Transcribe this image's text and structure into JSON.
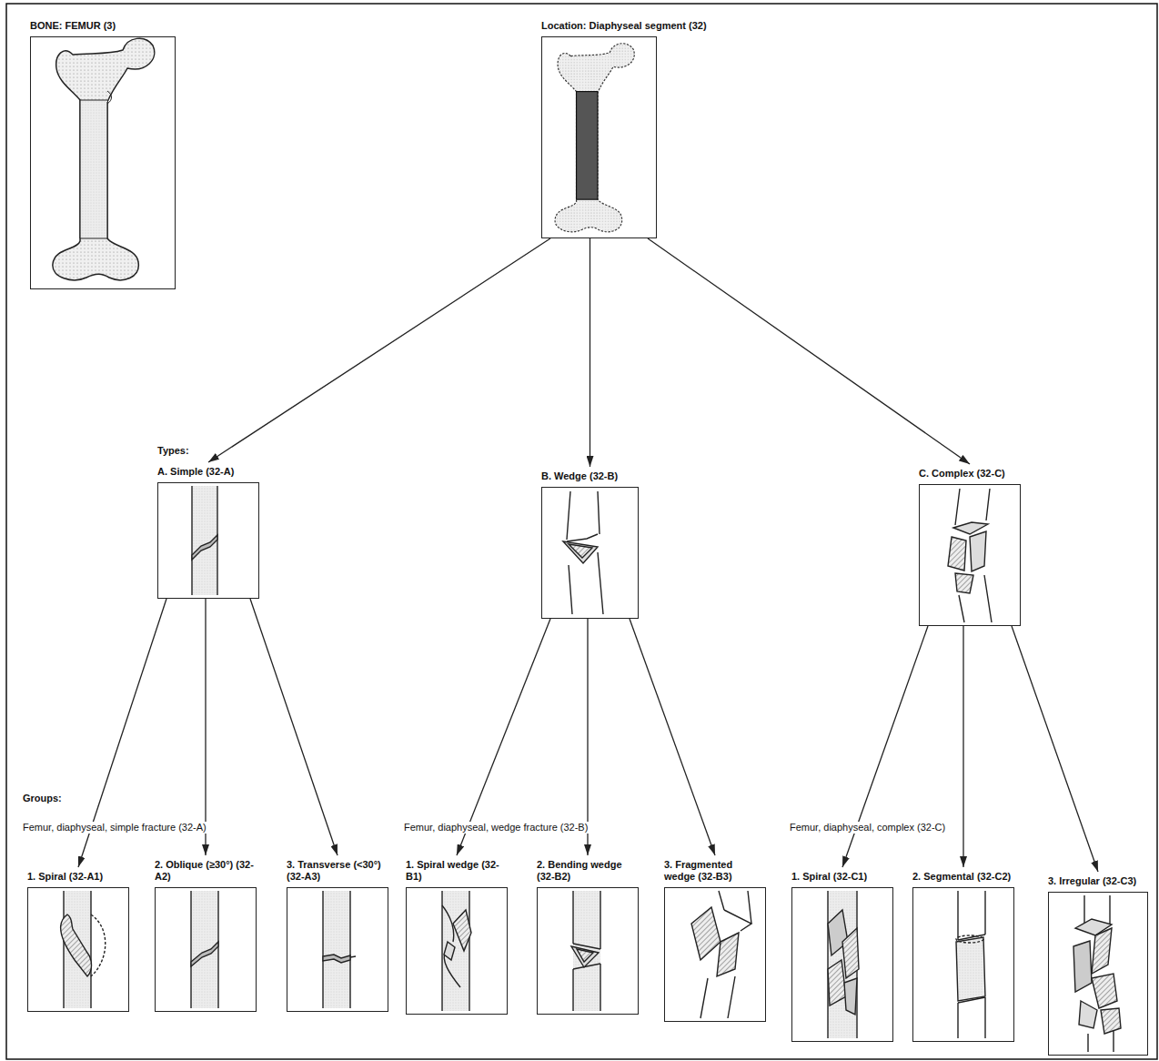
{
  "diagram": {
    "nodes": [
      {
        "text": [
          "BONE: FEMUR (3)"
        ]
      },
      {
        "text": [
          "Location: Diaphyseal segment (32)"
        ]
      },
      {
        "text": [
          "A. Simple (32-A)"
        ]
      },
      {
        "text": [
          "B. Wedge (32-B)"
        ]
      },
      {
        "text": [
          "C. Complex (32-C)"
        ]
      },
      {
        "text": [
          "1. Spiral (32-A1)"
        ]
      },
      {
        "text": [
          "2. Oblique (≥30°) (32-A2)"
        ]
      },
      {
        "text": [
          "3. Transverse (<30°) (32-A3)"
        ]
      },
      {
        "text": [
          "1. Spiral wedge (32-B1)"
        ]
      },
      {
        "text": [
          "2. Bending wedge (32-B2)"
        ]
      },
      {
        "text": [
          "3. Fragmented wedge (32-B3)"
        ]
      },
      {
        "text": [
          "1. Spiral (32-C1)"
        ]
      },
      {
        "text": [
          "2. Segmental (32-C2)"
        ]
      },
      {
        "text": [
          "3. Irregular (32-C3)"
        ]
      }
    ],
    "edges": [
      {
        "from": 1,
        "to": 2,
        "arrow": "to"
      },
      {
        "from": 1,
        "to": 3,
        "arrow": "to"
      },
      {
        "from": 1,
        "to": 4,
        "arrow": "to"
      },
      {
        "from": 2,
        "to": 5,
        "arrow": "to"
      },
      {
        "from": 2,
        "to": 6,
        "arrow": "to"
      },
      {
        "from": 2,
        "to": 7,
        "arrow": "to"
      },
      {
        "from": 3,
        "to": 8,
        "arrow": "to"
      },
      {
        "from": 3,
        "to": 9,
        "arrow": "to"
      },
      {
        "from": 3,
        "to": 10,
        "arrow": "to"
      },
      {
        "from": 4,
        "to": 11,
        "arrow": "to"
      },
      {
        "from": 4,
        "to": 12,
        "arrow": "to"
      },
      {
        "from": 4,
        "to": 13,
        "arrow": "to"
      }
    ],
    "labels": [
      "Types:",
      "Groups:",
      "Femur, diaphyseal, simple fracture (32-A)",
      "Femur, diaphyseal, wedge fracture (32-B)",
      "Femur, diaphyseal, complex (32-C)"
    ]
  }
}
